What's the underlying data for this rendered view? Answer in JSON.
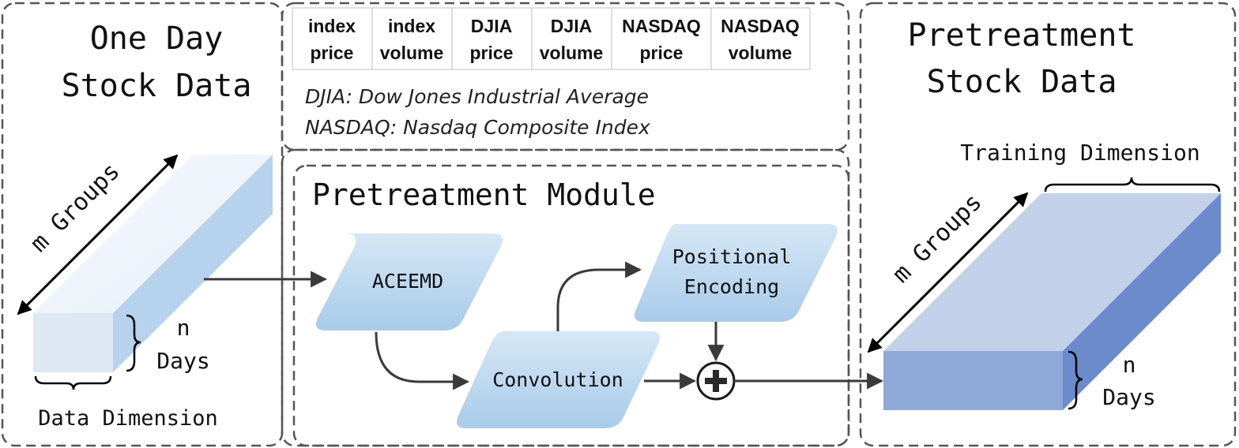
{
  "left_panel": {
    "title_line1": "One Day",
    "title_line2": "Stock Data",
    "groups_label": "m Groups",
    "n_label": "n",
    "days_label": "Days",
    "dimension_label": "Data Dimension"
  },
  "feature_table": {
    "cells": [
      {
        "line1": "index",
        "line2": "price"
      },
      {
        "line1": "index",
        "line2": "volume"
      },
      {
        "line1": "DJIA",
        "line2": "price"
      },
      {
        "line1": "DJIA",
        "line2": "volume"
      },
      {
        "line1": "NASDAQ",
        "line2": "price"
      },
      {
        "line1": "NASDAQ",
        "line2": "volume"
      }
    ],
    "notes": [
      "DJIA: Dow Jones Industrial Average",
      "NASDAQ: Nasdaq Composite Index"
    ]
  },
  "module": {
    "title": "Pretreatment Module",
    "aceemd": "ACEEMD",
    "positional_line1": "Positional",
    "positional_line2": "Encoding",
    "convolution": "Convolution"
  },
  "right_panel": {
    "title_line1": "Pretreatment",
    "title_line2": "Stock Data",
    "training_label": "Training Dimension",
    "groups_label": "m Groups",
    "n_label": "n",
    "days_label": "Days"
  },
  "colors": {
    "border": "#555555",
    "arrow": "#3a3a3a",
    "box_light_front": "#dde8f4",
    "box_light_top": "#eef4fb",
    "box_light_side": "#b7d2ec",
    "box_dark_front": "#8faad8",
    "box_dark_top": "#c3d0ea",
    "box_dark_side": "#6b8bcd",
    "shape_top": "#d6e7f6",
    "shape_bottom": "#a8cbe9"
  }
}
